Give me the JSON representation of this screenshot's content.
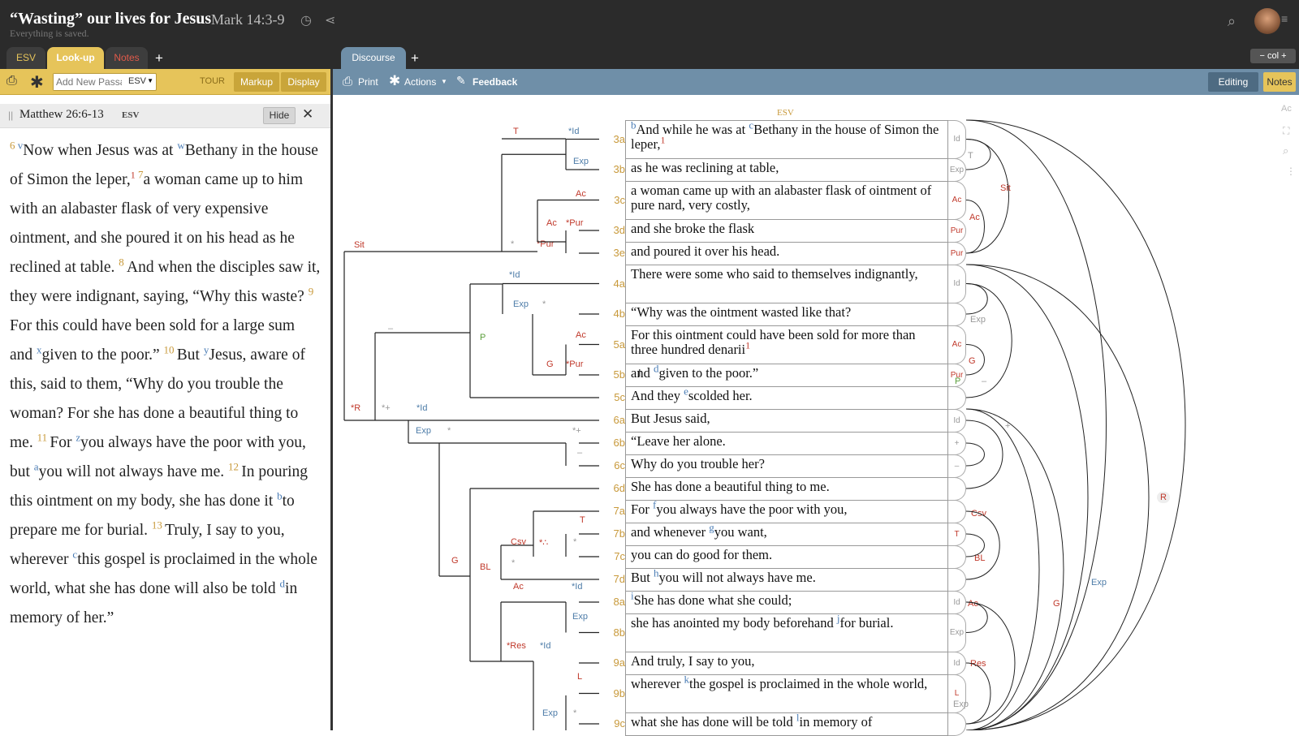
{
  "header": {
    "title": "“Wasting” our lives for Jesus",
    "reference": "Mark 14:3-9",
    "saved_status": "Everything is saved."
  },
  "left_tabs": [
    "ESV",
    "Look-up",
    "Notes"
  ],
  "right_tabs": [
    "Discourse"
  ],
  "left_toolbar": {
    "add_placeholder": "Add New Passage",
    "version": "ESV",
    "tour": "TOUR",
    "markup": "Markup",
    "display": "Display"
  },
  "right_toolbar": {
    "print": "Print",
    "actions": "Actions",
    "feedback": "Feedback",
    "editing": "Editing",
    "notes": "Notes",
    "col": "col"
  },
  "passage_panel": {
    "reference": "Matthew 26:6-13",
    "version": "ESV",
    "hide": "Hide"
  },
  "passage_text": [
    {
      "t": "v",
      "s": "6 "
    },
    {
      "t": "x",
      "s": "v"
    },
    {
      "t": "p",
      "s": "Now when Jesus was at "
    },
    {
      "t": "x",
      "s": "w"
    },
    {
      "t": "p",
      "s": "Bethany in the house of Simon the leper,"
    },
    {
      "t": "f",
      "s": "1"
    },
    {
      "t": "v",
      "s": " 7"
    },
    {
      "t": "p",
      "s": "a woman came up to him with an alabaster flask of very expensive ointment, and she poured it on his head as he reclined at table. "
    },
    {
      "t": "v",
      "s": "8 "
    },
    {
      "t": "p",
      "s": "And when the disciples saw it, they were indignant, saying, “Why this waste? "
    },
    {
      "t": "v",
      "s": "9 "
    },
    {
      "t": "p",
      "s": "For this could have been sold for a large sum and "
    },
    {
      "t": "x",
      "s": "x"
    },
    {
      "t": "p",
      "s": "given to the poor.” "
    },
    {
      "t": "v",
      "s": "10 "
    },
    {
      "t": "p",
      "s": "But "
    },
    {
      "t": "x",
      "s": "y"
    },
    {
      "t": "p",
      "s": "Jesus, aware of this, said to them, “Why do you trouble the woman? For she has done a beautiful thing to me. "
    },
    {
      "t": "v",
      "s": "11 "
    },
    {
      "t": "p",
      "s": "For "
    },
    {
      "t": "x",
      "s": "z"
    },
    {
      "t": "p",
      "s": "you always have the poor with you, but "
    },
    {
      "t": "x",
      "s": "a"
    },
    {
      "t": "p",
      "s": "you will not always have me. "
    },
    {
      "t": "v",
      "s": "12 "
    },
    {
      "t": "p",
      "s": "In pouring this ointment on my body, she has done it "
    },
    {
      "t": "x",
      "s": "b"
    },
    {
      "t": "p",
      "s": "to prepare me for burial. "
    },
    {
      "t": "v",
      "s": "13 "
    },
    {
      "t": "p",
      "s": "Truly, I say to you, wherever "
    },
    {
      "t": "x",
      "s": "c"
    },
    {
      "t": "p",
      "s": "this gospel is proclaimed in the whole world, what she has done will also be told "
    },
    {
      "t": "x",
      "s": "d"
    },
    {
      "t": "p",
      "s": "in memory of her.”"
    }
  ],
  "discourse": {
    "version_label": "ESV",
    "rows": [
      {
        "label": "3a",
        "sup": "b",
        "text": "And while he was at ",
        "sup2": "c",
        "text2": "Bethany in the house of Simon the leper,",
        "fn": "1",
        "cap": "Id"
      },
      {
        "label": "3b",
        "text": "as he was reclining at table,",
        "cap": "Exp"
      },
      {
        "label": "3c",
        "text": "a woman came up with an alabaster flask of ointment of pure nard, very costly,",
        "cap": "Ac"
      },
      {
        "label": "3d",
        "text": "and she broke the flask",
        "cap": "Pur"
      },
      {
        "label": "3e",
        "text": "and poured it over his head.",
        "cap": "Pur"
      },
      {
        "label": "4a",
        "text": "There were some who said to themselves indignantly,",
        "cap": "Id"
      },
      {
        "label": "4b",
        "text": "“Why was the ointment wasted like that?",
        "cap": ""
      },
      {
        "label": "5a",
        "text": "For this ointment could have been sold for more than three hundred denarii",
        "fn": "1",
        "cap": "Ac"
      },
      {
        "label": "5b",
        "text": "and ",
        "sup": "d",
        "text2": "given to the poor.”",
        "cap": "Pur"
      },
      {
        "label": "5c",
        "text": "And they ",
        "sup": "e",
        "text2": "scolded her.",
        "cap": ""
      },
      {
        "label": "6a",
        "text": "But Jesus said,",
        "cap": "Id"
      },
      {
        "label": "6b",
        "text": "“Leave her alone.",
        "cap": "+"
      },
      {
        "label": "6c",
        "text": "Why do you trouble her?",
        "cap": "–"
      },
      {
        "label": "6d",
        "text": "She has done a beautiful thing to me.",
        "cap": ""
      },
      {
        "label": "7a",
        "text": "For ",
        "sup": "f",
        "text2": "you always have the poor with you,",
        "cap": ""
      },
      {
        "label": "7b",
        "text": "and whenever ",
        "sup": "g",
        "text2": "you want,",
        "cap": "T"
      },
      {
        "label": "7c",
        "text": "you can do good for them.",
        "cap": ""
      },
      {
        "label": "7d",
        "text": "But ",
        "sup": "h",
        "text2": "you will not always have me.",
        "cap": ""
      },
      {
        "label": "8a",
        "sup": "i",
        "text": "She has done what she could;",
        "cap": "Id"
      },
      {
        "label": "8b",
        "text": "she has anointed my body beforehand ",
        "sup": "j",
        "text2": "for burial.",
        "cap": "Exp"
      },
      {
        "label": "9a",
        "text": "And truly, I say to you,",
        "cap": "Id"
      },
      {
        "label": "9b",
        "text": "wherever ",
        "sup": "k",
        "text2": "the gospel is proclaimed in the whole world,",
        "cap": "L"
      },
      {
        "label": "9c",
        "text": "what she has done will be told ",
        "sup": "l",
        "text2": "in memory of",
        "cap": ""
      }
    ],
    "diagram_labels": [
      {
        "t": "T",
        "c": "red"
      },
      {
        "t": "*Id",
        "c": "blue"
      },
      {
        "t": "Exp",
        "c": "blue"
      },
      {
        "t": "Ac",
        "c": "red"
      },
      {
        "t": "Ac",
        "c": "red"
      },
      {
        "t": "*Pur",
        "c": "red"
      },
      {
        "t": "*Pur",
        "c": "red"
      },
      {
        "t": "*",
        "c": "gray"
      },
      {
        "t": "Sit",
        "c": "red"
      },
      {
        "t": "*Id",
        "c": "blue"
      },
      {
        "t": "Exp",
        "c": "blue"
      },
      {
        "t": "*",
        "c": "gray"
      },
      {
        "t": "–",
        "c": "gray"
      },
      {
        "t": "P",
        "c": "green"
      },
      {
        "t": "Ac",
        "c": "red"
      },
      {
        "t": "G",
        "c": "red"
      },
      {
        "t": "*Pur",
        "c": "red"
      },
      {
        "t": "*R",
        "c": "red"
      },
      {
        "t": "*+",
        "c": "gray"
      },
      {
        "t": "*Id",
        "c": "blue"
      },
      {
        "t": "Exp",
        "c": "blue"
      },
      {
        "t": "*",
        "c": "gray"
      },
      {
        "t": "*+",
        "c": "gray"
      },
      {
        "t": "–",
        "c": "gray"
      },
      {
        "t": "T",
        "c": "red"
      },
      {
        "t": "Csv",
        "c": "red"
      },
      {
        "t": "*∴",
        "c": "red"
      },
      {
        "t": "*",
        "c": "gray"
      },
      {
        "t": "G",
        "c": "red"
      },
      {
        "t": "BL",
        "c": "red"
      },
      {
        "t": "*",
        "c": "gray"
      },
      {
        "t": "Ac",
        "c": "red"
      },
      {
        "t": "*Id",
        "c": "blue"
      },
      {
        "t": "Exp",
        "c": "blue"
      },
      {
        "t": "*Res",
        "c": "red"
      },
      {
        "t": "*Id",
        "c": "blue"
      },
      {
        "t": "L",
        "c": "red"
      },
      {
        "t": "Exp",
        "c": "blue"
      },
      {
        "t": "*",
        "c": "gray"
      }
    ],
    "arc_labels": [
      {
        "t": "T",
        "c": "gray"
      },
      {
        "t": "Sit",
        "c": "red"
      },
      {
        "t": "Ac",
        "c": "red"
      },
      {
        "t": "Exp",
        "c": "gray"
      },
      {
        "t": "G",
        "c": "red"
      },
      {
        "t": "P",
        "c": "green"
      },
      {
        "t": "–",
        "c": "gray"
      },
      {
        "t": "+",
        "c": "gray"
      },
      {
        "t": "Csv",
        "c": "red"
      },
      {
        "t": "BL",
        "c": "red"
      },
      {
        "t": "Ac",
        "c": "red"
      },
      {
        "t": "Res",
        "c": "red"
      },
      {
        "t": "Exp",
        "c": "gray"
      },
      {
        "t": "R",
        "c": "red"
      },
      {
        "t": "Exp",
        "c": "blue"
      },
      {
        "t": "G",
        "c": "red"
      }
    ]
  },
  "colors": {
    "red": "#c0392b",
    "blue": "#4d7ca8",
    "gray": "#999999",
    "green": "#5a9e3a",
    "gold": "#c8993a"
  }
}
